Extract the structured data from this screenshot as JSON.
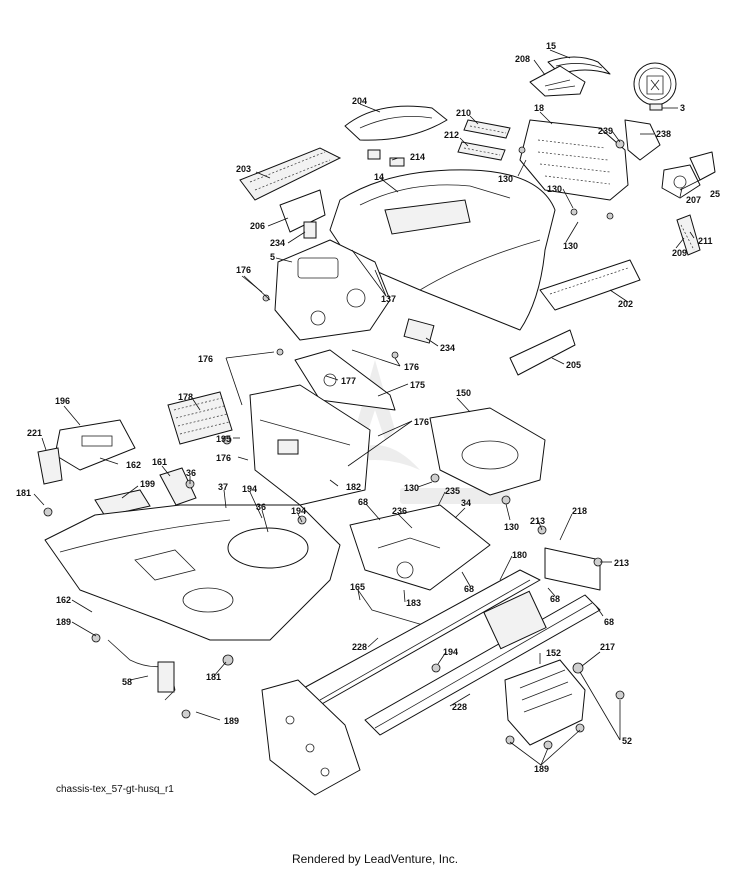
{
  "diagram": {
    "id_label": "chassis-tex_57-gt-husq_r1",
    "footer": "Rendered by LeadVenture, Inc.",
    "callouts": [
      {
        "label": "15"
      },
      {
        "label": "208"
      },
      {
        "label": "3"
      },
      {
        "label": "204"
      },
      {
        "label": "210"
      },
      {
        "label": "212"
      },
      {
        "label": "18"
      },
      {
        "label": "239"
      },
      {
        "label": "238"
      },
      {
        "label": "214"
      },
      {
        "label": "203"
      },
      {
        "label": "14"
      },
      {
        "label": "130"
      },
      {
        "label": "130"
      },
      {
        "label": "207"
      },
      {
        "label": "25"
      },
      {
        "label": "206"
      },
      {
        "label": "234"
      },
      {
        "label": "130"
      },
      {
        "label": "211"
      },
      {
        "label": "209"
      },
      {
        "label": "5"
      },
      {
        "label": "176"
      },
      {
        "label": "137"
      },
      {
        "label": "202"
      },
      {
        "label": "234"
      },
      {
        "label": "176"
      },
      {
        "label": "176"
      },
      {
        "label": "205"
      },
      {
        "label": "177"
      },
      {
        "label": "175"
      },
      {
        "label": "178"
      },
      {
        "label": "150"
      },
      {
        "label": "196"
      },
      {
        "label": "176"
      },
      {
        "label": "221"
      },
      {
        "label": "195"
      },
      {
        "label": "176"
      },
      {
        "label": "162"
      },
      {
        "label": "161"
      },
      {
        "label": "36"
      },
      {
        "label": "182"
      },
      {
        "label": "130"
      },
      {
        "label": "199"
      },
      {
        "label": "181"
      },
      {
        "label": "37"
      },
      {
        "label": "194"
      },
      {
        "label": "68"
      },
      {
        "label": "235"
      },
      {
        "label": "34"
      },
      {
        "label": "36"
      },
      {
        "label": "194"
      },
      {
        "label": "236"
      },
      {
        "label": "130"
      },
      {
        "label": "213"
      },
      {
        "label": "218"
      },
      {
        "label": "180"
      },
      {
        "label": "213"
      },
      {
        "label": "165"
      },
      {
        "label": "162"
      },
      {
        "label": "68"
      },
      {
        "label": "183"
      },
      {
        "label": "68"
      },
      {
        "label": "68"
      },
      {
        "label": "189"
      },
      {
        "label": "228"
      },
      {
        "label": "194"
      },
      {
        "label": "217"
      },
      {
        "label": "152"
      },
      {
        "label": "58"
      },
      {
        "label": "181"
      },
      {
        "label": "228"
      },
      {
        "label": "189"
      },
      {
        "label": "52"
      },
      {
        "label": "189"
      }
    ]
  }
}
